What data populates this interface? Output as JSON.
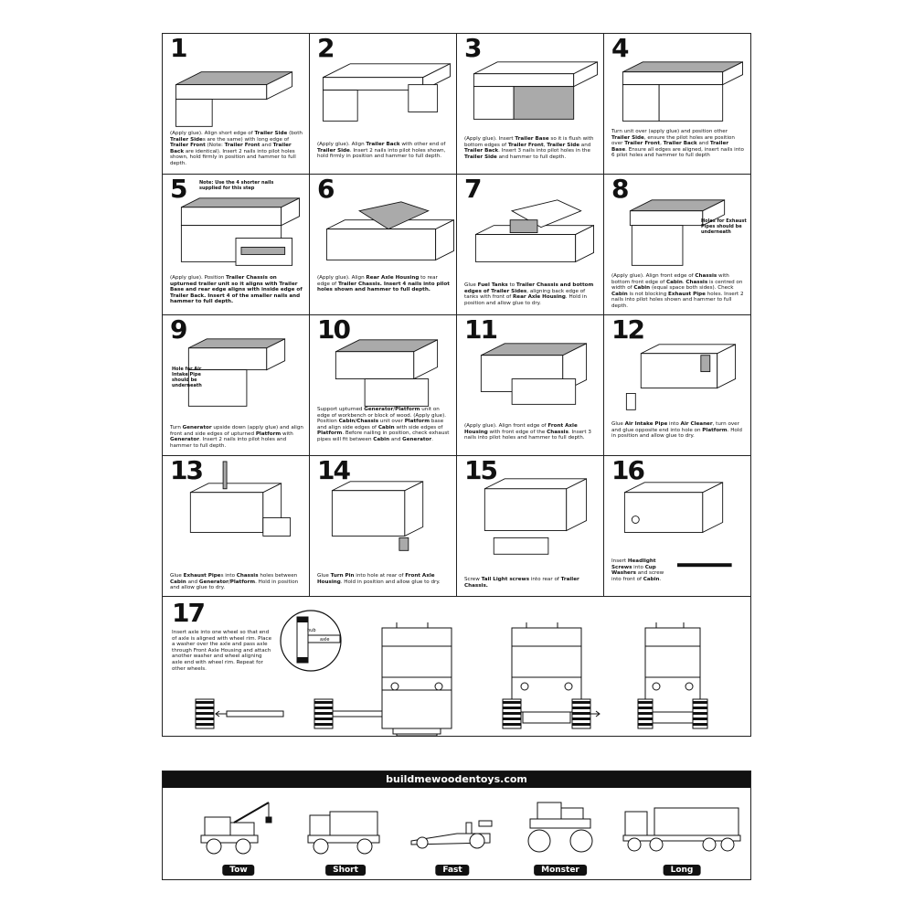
{
  "steps": [
    {
      "number": "1",
      "caption": "(Apply glue). Align short edge of Trailer Side (both Trailer Sides are the same) with long edge of Trailer Front (Note: Trailer Front and Trailer Back are identical). Insert 2 nails into pilot holes shown, hold firmly in position and hammer to full depth."
    },
    {
      "number": "2",
      "caption": "(Apply glue). Align Trailer Back with other end of Trailer Side. Insert 2 nails into pilot holes shown, hold firmly in position and hammer to full depth."
    },
    {
      "number": "3",
      "caption": "(Apply glue). Insert Trailer Base so it is flush with bottom edges of Trailer Front, Trailer Side and Trailer Back. Insert 3 nails into pilot holes in the Trailer Side and hammer to full depth."
    },
    {
      "number": "4",
      "caption": "Turn unit over (apply glue) and position other Trailer Side, ensure the pilot holes are position over Trailer Front, Trailer Back and Trailer Base. Ensure all edges are aligned, insert nails into 6 pilot holes and hammer to full depth"
    },
    {
      "number": "5",
      "caption": "(Apply glue). Position Trailer Chassis on upturned trailer unit so it aligns with Trailer Base and rear edge aligns with inside edge of Trailer Back. Insert 4 of the smaller nails and hammer to full depth.",
      "note": "Note: Use the 4 shorter nails supplied for this step"
    },
    {
      "number": "6",
      "caption": "(Apply glue). Align Rear Axle Housing to rear edge of Trailer Chassis. Insert 4 nails into pilot holes shown and hammer to full depth."
    },
    {
      "number": "7",
      "caption": "Glue Fuel Tanks to Trailer Chassis and bottom edges of Trailer Sides, aligning back edge of tanks with front of Rear Axle Housing. Hold in position and allow glue to dry."
    },
    {
      "number": "8",
      "caption": "(Apply glue). Align front edge of Chassis with bottom front edge of Cabin. Chassis is centred on width of Cabin (equal space both sides). Check Cabin is not blocking Exhaust Pipe holes. Insert 2 nails into pilot holes shown and hammer to full depth.",
      "note": "Holes for Exhaust Pipes should be underneath"
    },
    {
      "number": "9",
      "caption": "Turn Generator upside down (apply glue) and align front and side edges of upturned Platform with Generator. Insert 2 nails into pilot holes and hammer to full depth.",
      "note": "Hole for Air Intake Pipe should be underneath"
    },
    {
      "number": "10",
      "caption": "Support upturned Generator/Platform unit on edge of workbench or block of wood. (Apply glue). Position Cabin/Chassis unit over Platform base and align side edges of Cabin with side edges of Platform. Before nailing in position, check exhaust pipes will fit between Cabin and Generator."
    },
    {
      "number": "11",
      "caption": "(Apply glue). Align front edge of Front Axle Housing with front edge of the Chassis. Insert 3 nails into pilot holes and hammer to full depth."
    },
    {
      "number": "12",
      "caption": "Glue Air Intake Pipe into Air Cleaner, turn over and glue opposite end into hole on Platform. Hold in position and allow glue to dry."
    },
    {
      "number": "13",
      "caption": "Glue Exhaust Pipes into Chassis holes between Cabin and Generator/Platform. Hold in position and allow glue to dry."
    },
    {
      "number": "14",
      "caption": "Glue Turn Pin into hole at rear of Front Axle Housing. Hold in position and allow glue to dry."
    },
    {
      "number": "15",
      "caption": "Screw Tail Light screws into rear of Trailer Chassis."
    },
    {
      "number": "16",
      "caption": "Insert Headlight Screws into Cup Washers and screw into front of Cabin."
    }
  ],
  "step17": {
    "number": "17",
    "caption": "Insert axle into one wheel so that end of axle is aligned with wheel rim. Place a washer over the axle and pass axle through Front Axle Housing and attach another washer and wheel aligning axle end with wheel rim. Repeat for other wheels.",
    "hub_label": "hub",
    "axle_label": "axle"
  },
  "footer": {
    "website": "buildmewoodentoys.com",
    "toys": [
      "Tow",
      "Short",
      "Fast",
      "Monster",
      "Long"
    ]
  },
  "colors": {
    "ink": "#111111",
    "shade": "#aaaaaa",
    "paper": "#ffffff"
  }
}
